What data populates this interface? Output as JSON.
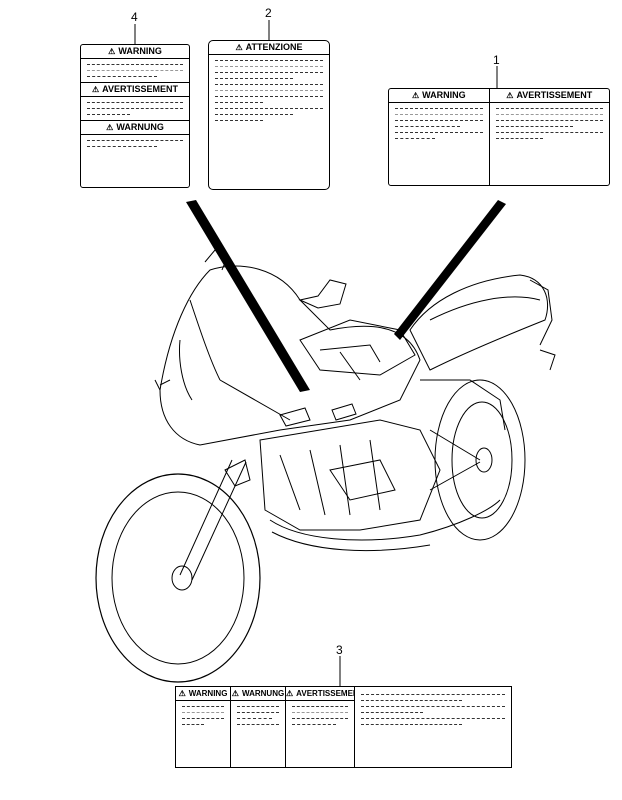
{
  "callouts": {
    "c1": "1",
    "c2": "2",
    "c3": "3",
    "c4": "4"
  },
  "label1": {
    "left_title": "WARNING",
    "right_title": "AVERTISSEMENT"
  },
  "label2": {
    "title": "ATTENZIONE"
  },
  "label3": {
    "title_a": "WARNING",
    "title_b": "WARNUNG",
    "title_c": "AVERTISSEMENT"
  },
  "label4": {
    "title_a": "WARNING",
    "title_b": "AVERTISSEMENT",
    "title_c": "WARNUNG"
  },
  "icons": {
    "warning": "warning-triangle-icon"
  }
}
